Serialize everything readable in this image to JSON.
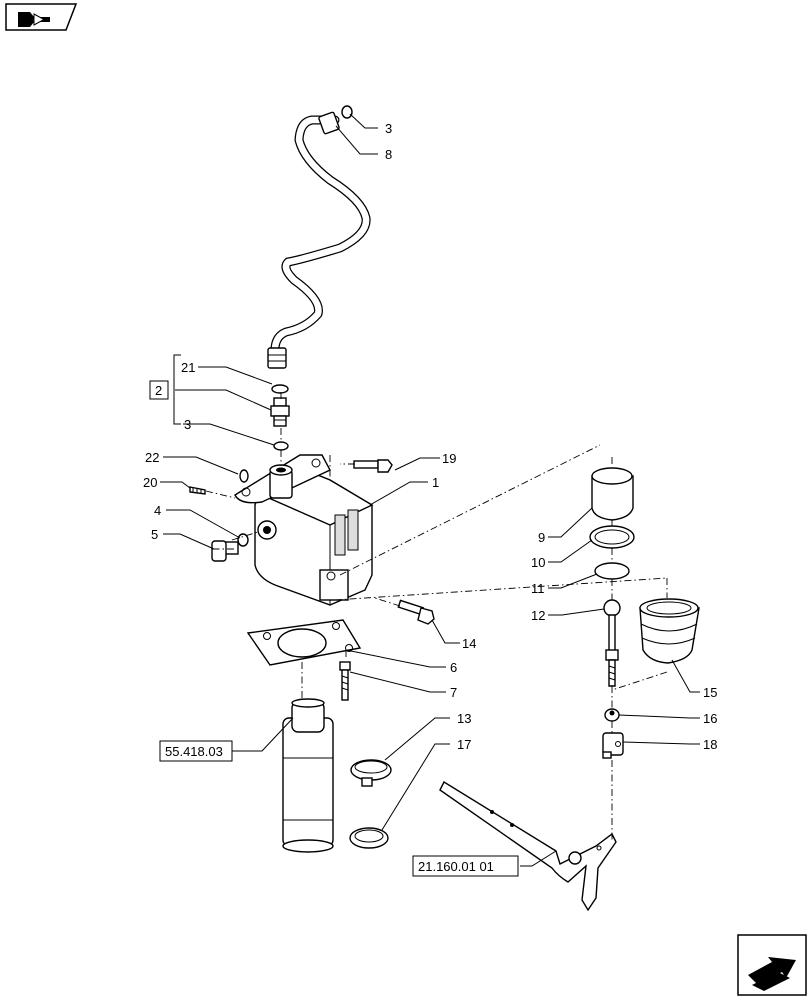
{
  "callouts": [
    {
      "id": "c3a",
      "text": "3"
    },
    {
      "id": "c8",
      "text": "8"
    },
    {
      "id": "c21",
      "text": "21"
    },
    {
      "id": "c2",
      "text": "2"
    },
    {
      "id": "c3b",
      "text": "3"
    },
    {
      "id": "c22",
      "text": "22"
    },
    {
      "id": "c20",
      "text": "20"
    },
    {
      "id": "c19",
      "text": "19"
    },
    {
      "id": "c1",
      "text": "1"
    },
    {
      "id": "c4",
      "text": "4"
    },
    {
      "id": "c5",
      "text": "5"
    },
    {
      "id": "c14",
      "text": "14"
    },
    {
      "id": "c6",
      "text": "6"
    },
    {
      "id": "c7",
      "text": "7"
    },
    {
      "id": "c9",
      "text": "9"
    },
    {
      "id": "c10",
      "text": "10"
    },
    {
      "id": "c11",
      "text": "11"
    },
    {
      "id": "c12",
      "text": "12"
    },
    {
      "id": "c15",
      "text": "15"
    },
    {
      "id": "c16",
      "text": "16"
    },
    {
      "id": "c18",
      "text": "18"
    },
    {
      "id": "c13",
      "text": "13"
    },
    {
      "id": "c17",
      "text": "17"
    }
  ],
  "references": {
    "ref_55": "55.418.03",
    "ref_21": "21.160.01 01"
  },
  "icons": {
    "top_left": "page-nav-icon",
    "bottom_right": "next-page-arrow-icon"
  }
}
